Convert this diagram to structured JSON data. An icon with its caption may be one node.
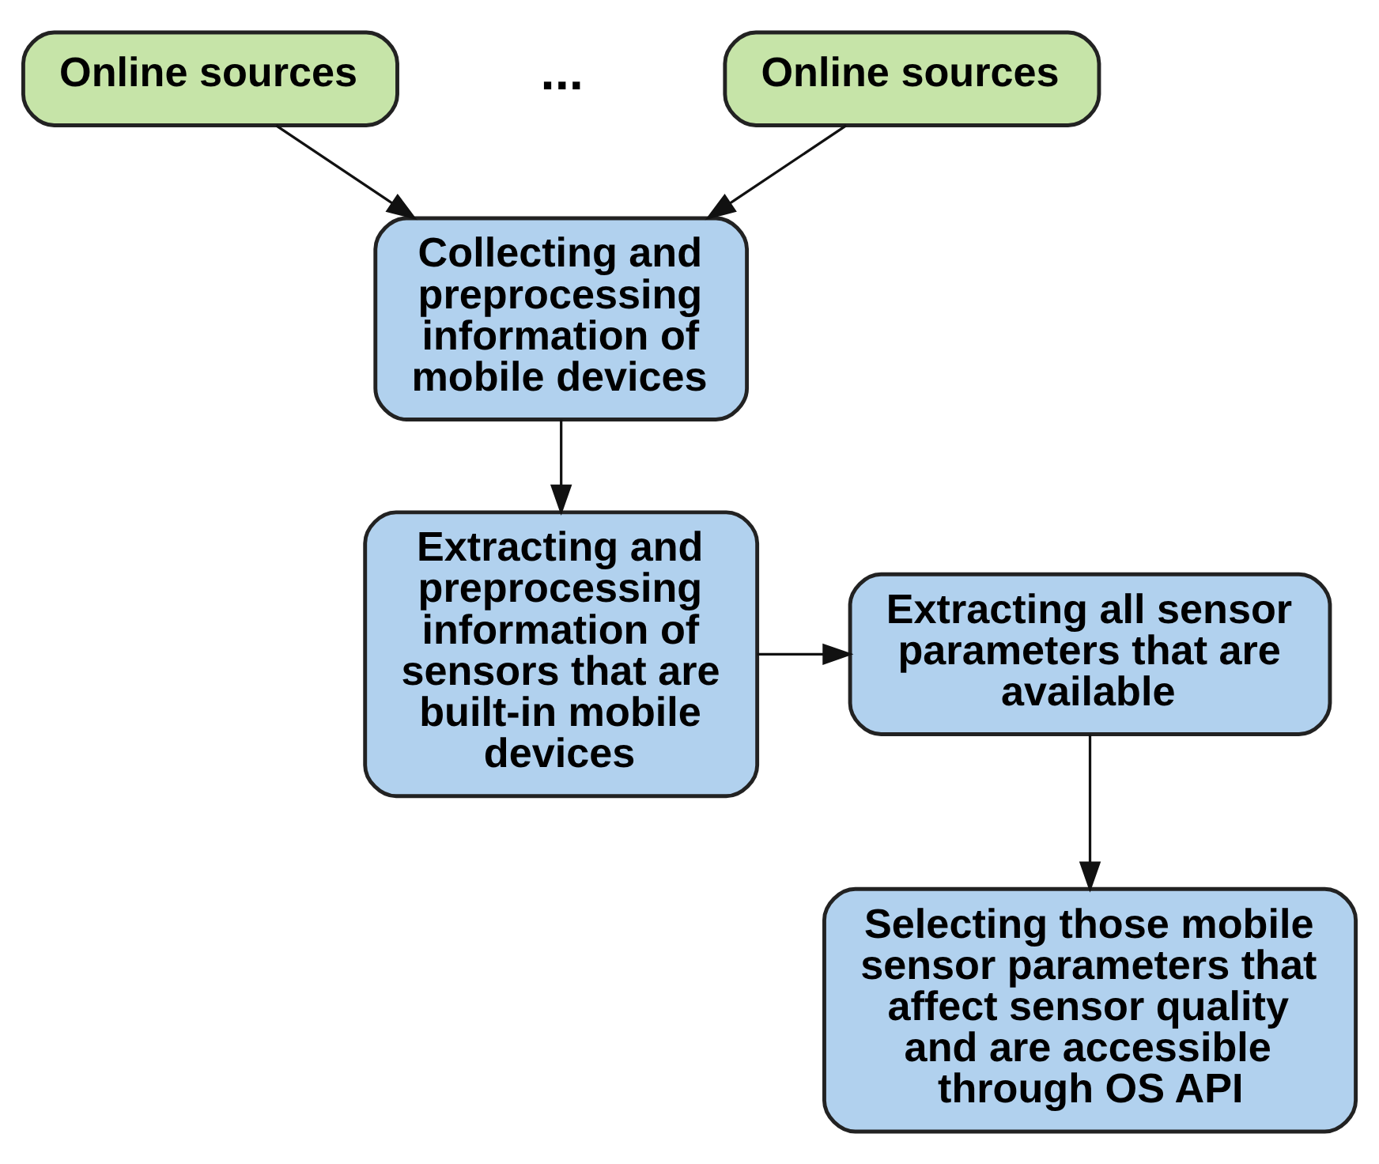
{
  "diagram": {
    "nodes": [
      {
        "text": [
          "Collecting and preprocessing information of mobile devices"
        ]
      },
      {
        "text": [
          "Online sources"
        ]
      },
      {
        "text": [
          "Online sources"
        ]
      },
      {
        "text": [
          "Extracting and preprocessing information of sensors that are built-in mobile devices"
        ]
      },
      {
        "text": [
          "Extracting all sensor parameters that are available"
        ]
      },
      {
        "text": [
          "Selecting those mobile sensor parameters that affect sensor quality and are accessible through OS API"
        ]
      }
    ],
    "edges": [
      {
        "from": 1,
        "to": 0,
        "arrow": "to"
      },
      {
        "from": 2,
        "to": 0,
        "arrow": "to"
      },
      {
        "from": 0,
        "to": 3,
        "arrow": "to"
      },
      {
        "from": 3,
        "to": 4,
        "arrow": "to"
      },
      {
        "from": 4,
        "to": 5,
        "arrow": "to"
      }
    ],
    "labels": [
      "..."
    ]
  }
}
